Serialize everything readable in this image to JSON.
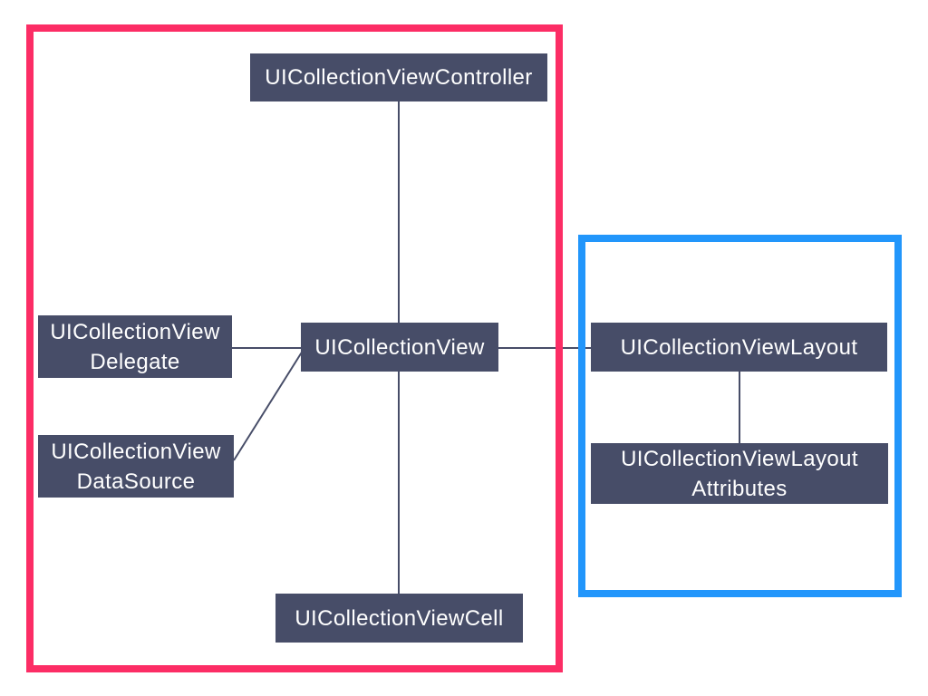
{
  "diagram": {
    "type": "class-relationship-diagram",
    "nodes": [
      {
        "id": "controller",
        "label": "UICollectionViewController"
      },
      {
        "id": "delegate",
        "label": "UICollectionView\nDelegate"
      },
      {
        "id": "datasource",
        "label": "UICollectionView\nDataSource"
      },
      {
        "id": "collectionview",
        "label": "UICollectionView"
      },
      {
        "id": "cell",
        "label": "UICollectionViewCell"
      },
      {
        "id": "layout",
        "label": "UICollectionViewLayout"
      },
      {
        "id": "layoutattributes",
        "label": "UICollectionViewLayout\nAttributes"
      }
    ],
    "edges": [
      {
        "from": "UICollectionViewController",
        "to": "UICollectionView"
      },
      {
        "from": "UICollectionViewDelegate",
        "to": "UICollectionView"
      },
      {
        "from": "UICollectionViewDataSource",
        "to": "UICollectionView"
      },
      {
        "from": "UICollectionView",
        "to": "UICollectionViewCell"
      },
      {
        "from": "UICollectionView",
        "to": "UICollectionViewLayout"
      },
      {
        "from": "UICollectionViewLayout",
        "to": "UICollectionViewLayoutAttributes"
      }
    ],
    "groups": [
      {
        "id": "main-group",
        "border_color": "#fc2d65",
        "contains": [
          "UICollectionViewController",
          "UICollectionViewDelegate",
          "UICollectionViewDataSource",
          "UICollectionView",
          "UICollectionViewCell"
        ]
      },
      {
        "id": "layout-group",
        "border_color": "#2296fb",
        "contains": [
          "UICollectionViewLayout",
          "UICollectionViewLayoutAttributes"
        ]
      }
    ],
    "colors": {
      "node_background": "#474d68",
      "node_text": "#ffffff",
      "edge": "#474d68",
      "group_main_border": "#fc2d65",
      "group_layout_border": "#2296fb",
      "background": "#ffffff"
    }
  }
}
